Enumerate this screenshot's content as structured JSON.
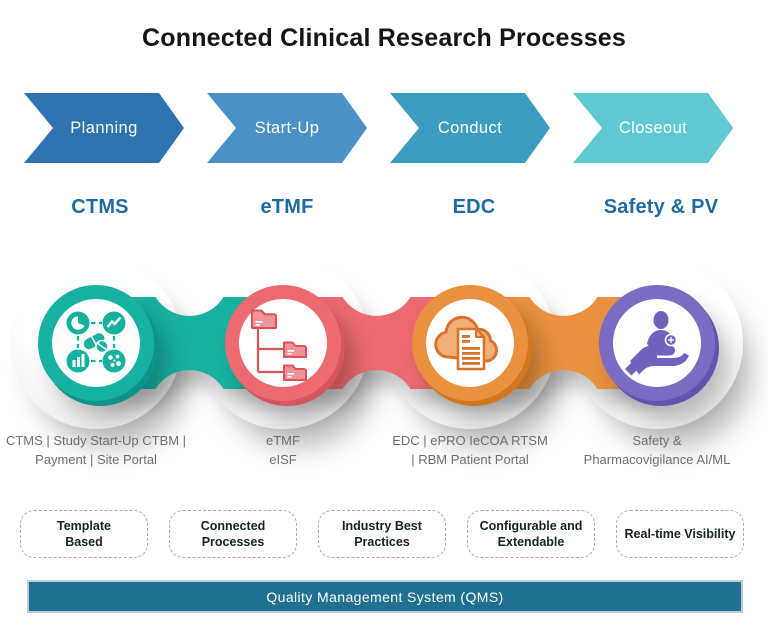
{
  "title": "Connected Clinical Research Processes",
  "phases": [
    {
      "label": "Planning",
      "color": "#2d73ae"
    },
    {
      "label": "Start-Up",
      "color": "#4a92c5"
    },
    {
      "label": "Conduct",
      "color": "#3c9cc0"
    },
    {
      "label": "Closeout",
      "color": "#5fc8d2"
    }
  ],
  "systems": [
    {
      "name": "CTMS",
      "icon": "analytics-pills-icon",
      "color": "#17b1a1",
      "description": "CTMS | Study Start-Up CTBM |\nPayment | Site Portal"
    },
    {
      "name": "eTMF",
      "icon": "folder-tree-icon",
      "color": "#ec6a70",
      "description": "eTMF\neISF"
    },
    {
      "name": "EDC",
      "icon": "cloud-document-icon",
      "color": "#e9913f",
      "description": "EDC | ePRO IeCOA RTSM\n| RBM Patient Portal"
    },
    {
      "name": "Safety & PV",
      "icon": "hand-care-icon",
      "color": "#7a6cc2",
      "description": "Safety &\nPharmacovigilance AI/ML"
    }
  ],
  "features": [
    "Template\nBased",
    "Connected\nProcesses",
    "Industry Best\nPractices",
    "Configurable and\nExtendable",
    "Real-time Visibility"
  ],
  "footer": {
    "label": "Quality Management System (QMS)",
    "bg_color": "#20718f"
  }
}
